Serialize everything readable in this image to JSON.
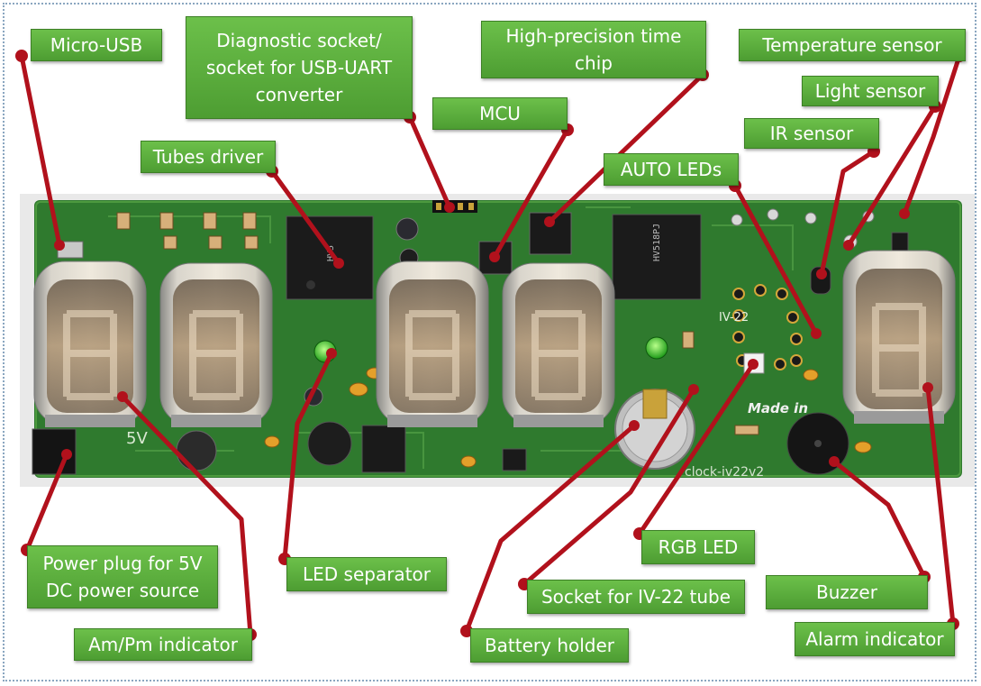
{
  "labels": {
    "micro_usb": "Micro-USB",
    "diagnostic_socket": "Diagnostic socket/\nsocket for USB-UART\nconverter",
    "high_precision_time_chip": "High-precision time\nchip",
    "temperature_sensor": "Temperature sensor",
    "light_sensor": "Light sensor",
    "ir_sensor": "IR sensor",
    "mcu": "MCU",
    "tubes_driver": "Tubes driver",
    "auto_leds": "AUTO LEDs",
    "power_plug": "Power plug for 5V\nDC power source",
    "led_separator": "LED separator",
    "rgb_led": "RGB LED",
    "socket_iv22": "Socket for IV-22 tube",
    "buzzer": "Buzzer",
    "am_pm_indicator": "Am/Pm indicator",
    "battery_holder": "Battery holder",
    "alarm_indicator": "Alarm indicator"
  },
  "board": {
    "silkscreen_model": "clock-iv22v2",
    "silkscreen_made_in": "Made in",
    "silkscreen_tube_type": "IV-22",
    "silkscreen_5v": "5V",
    "chip_marking_left": "HV5",
    "chip_marking_right": "HV518PJ"
  },
  "colors": {
    "label_green": "#5aaf3c",
    "pointer_red": "#b1111c",
    "pcb_green": "#2f7a2e",
    "tube_amber": "#c8a47a",
    "frame_blue": "#8aa6c0"
  }
}
